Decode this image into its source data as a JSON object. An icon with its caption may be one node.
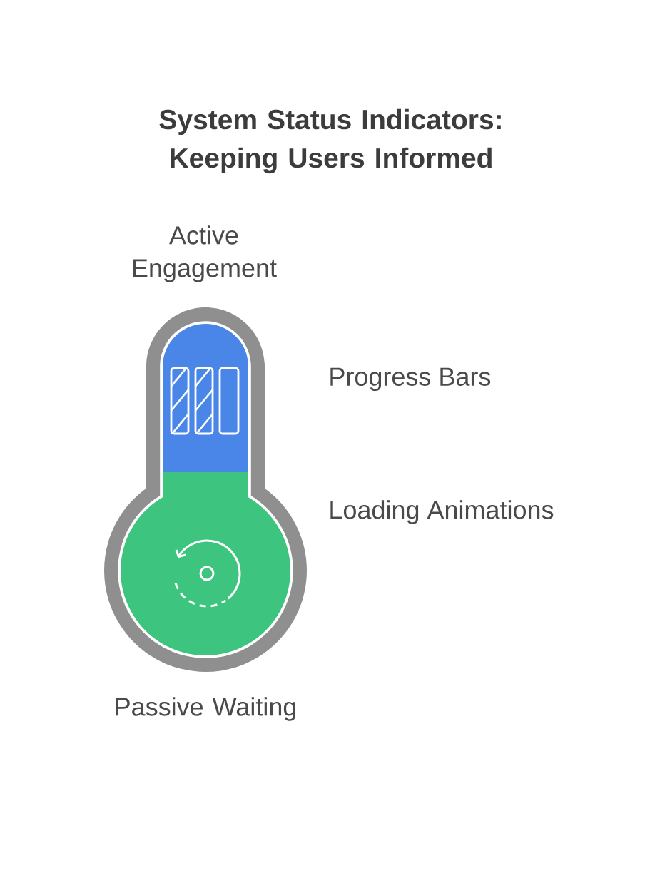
{
  "diagram": {
    "title": "System Status Indicators: Keeping Users Informed",
    "nodes": [
      {
        "text": [],
        "shape": "bar",
        "beside": [
          "Progress Bars"
        ]
      },
      {
        "text": [],
        "shape": "circle",
        "beside": [
          "Loading Animations"
        ]
      }
    ],
    "labels": [
      "Active Engagement",
      "Passive Waiting"
    ]
  }
}
